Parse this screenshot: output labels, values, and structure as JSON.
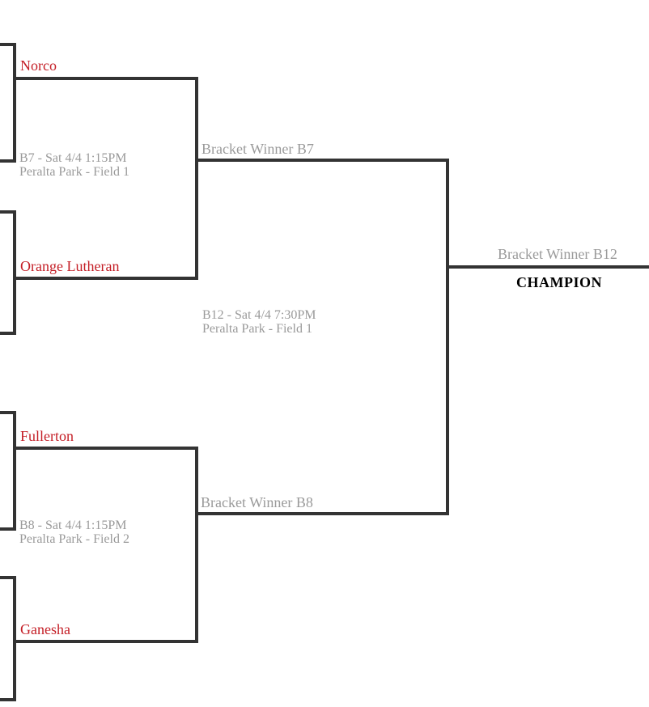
{
  "bracket": {
    "games": [
      {
        "id": "B7",
        "team1": "Norco",
        "team2": "Orange Lutheran",
        "info_line1": "B7 - Sat 4/4 1:15PM",
        "info_line2": "Peralta Park - Field 1",
        "winner_label": "Bracket Winner B7"
      },
      {
        "id": "B8",
        "team1": "Fullerton",
        "team2": "Ganesha",
        "info_line1": "B8 - Sat 4/4 1:15PM",
        "info_line2": "Peralta Park - Field 2",
        "winner_label": "Bracket Winner B8"
      },
      {
        "id": "B12",
        "info_line1": "B12 - Sat 4/4 7:30PM",
        "info_line2": "Peralta Park - Field 1",
        "winner_label": "Bracket Winner B12"
      }
    ],
    "champion_label": "CHAMPION",
    "colors": {
      "team_name": "#c41e26",
      "line": "#333333",
      "muted_text": "#9a9a9a",
      "champion_text": "#000000"
    }
  }
}
